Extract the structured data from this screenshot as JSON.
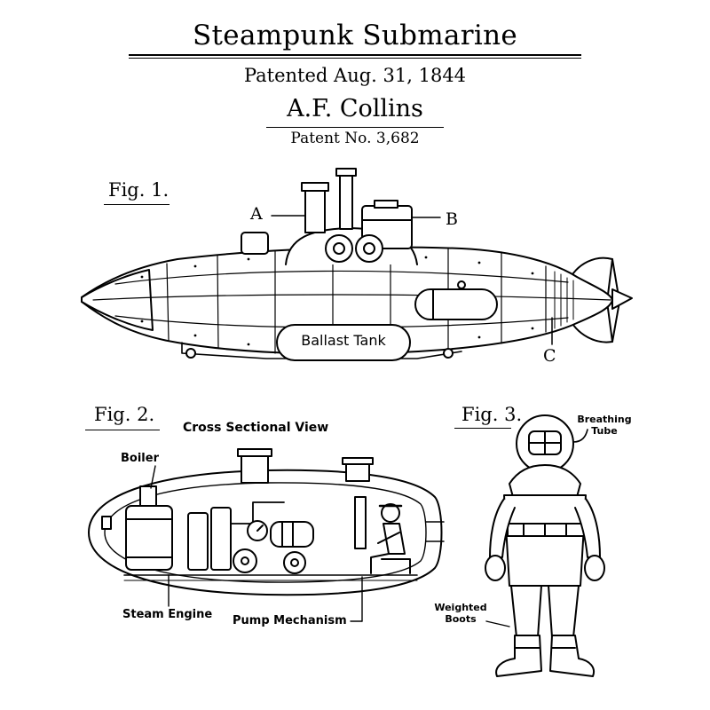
{
  "header": {
    "title": "Steampunk Submarine",
    "patent_date": "Patented Aug. 31, 1844",
    "inventor": "A.F. Collins",
    "patent_number": "Patent No. 3,682"
  },
  "figure1": {
    "label": "Fig. 1.",
    "callout_a": "A",
    "callout_b": "B",
    "callout_c": "C",
    "ballast_label": "Ballast Tank"
  },
  "figure2": {
    "label": "Fig. 2.",
    "caption": "Cross Sectional View",
    "boiler_label": "Boiler",
    "engine_label": "Steam Engine",
    "pump_label": "Pump Mechanism"
  },
  "figure3": {
    "label": "Fig. 3.",
    "tube_line1": "Breathing",
    "tube_line2": "Tube",
    "boots_line1": "Weighted",
    "boots_line2": "Boots"
  },
  "style": {
    "ink": "#000000",
    "paper": "#ffffff"
  }
}
